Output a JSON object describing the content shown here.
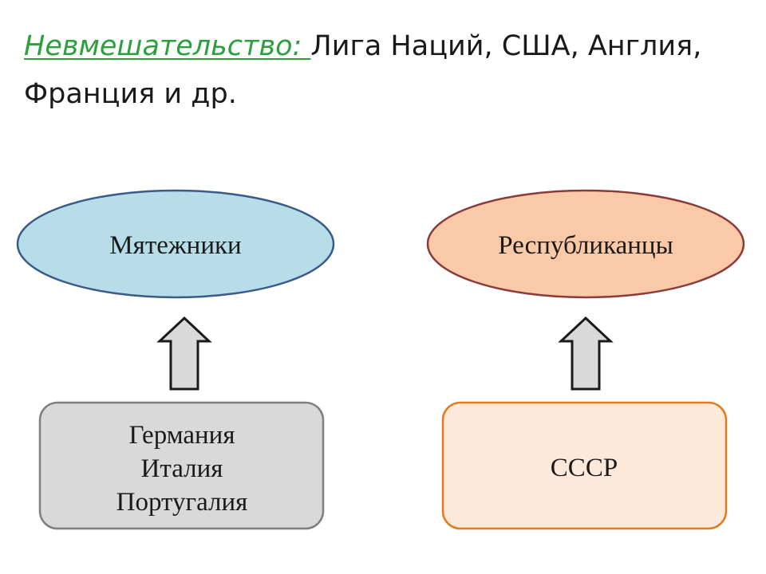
{
  "heading": {
    "term": "Невмешательство: ",
    "line1_rest": "Лига Наций, США, Англия,",
    "line2": "Франция и др."
  },
  "left_branch": {
    "ellipse_label": "Мятежники",
    "box_lines": [
      "Германия",
      "Италия",
      "Португалия"
    ]
  },
  "right_branch": {
    "ellipse_label": "Республиканцы",
    "box_lines": [
      "СССР"
    ]
  },
  "colors": {
    "term_green": "#2ca03c",
    "left_ellipse_fill": "#b7dde8",
    "left_ellipse_stroke": "#3a5a8a",
    "right_ellipse_fill": "#f9c9a8",
    "right_ellipse_stroke": "#8b3a3a",
    "left_box_fill": "#d9d9d9",
    "left_box_stroke": "#7f7f7f",
    "right_box_fill": "#fde9d9",
    "right_box_stroke": "#e07b20",
    "arrow_fill": "#d9d9d9",
    "arrow_stroke": "#1a1a1a"
  }
}
